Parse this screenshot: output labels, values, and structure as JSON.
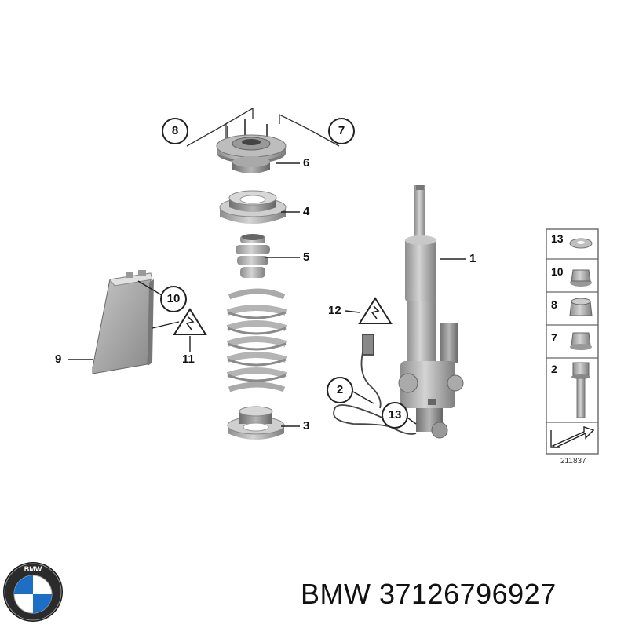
{
  "diagram": {
    "callouts": [
      {
        "id": "1",
        "name": "shock-absorber"
      },
      {
        "id": "2",
        "name": "bolt"
      },
      {
        "id": "3",
        "name": "spring-pad-lower"
      },
      {
        "id": "4",
        "name": "spring-pad-upper"
      },
      {
        "id": "5",
        "name": "bump-stop"
      },
      {
        "id": "6",
        "name": "support-bearing"
      },
      {
        "id": "7",
        "name": "nut-7"
      },
      {
        "id": "8",
        "name": "nut-8"
      },
      {
        "id": "9",
        "name": "control-unit"
      },
      {
        "id": "10",
        "name": "nut-10"
      },
      {
        "id": "11",
        "name": "warning-11"
      },
      {
        "id": "12",
        "name": "warning-12"
      },
      {
        "id": "13",
        "name": "washer-13"
      }
    ],
    "side_parts": [
      {
        "num": "13",
        "icon": "washer-icon"
      },
      {
        "num": "10",
        "icon": "flange-nut-icon"
      },
      {
        "num": "8",
        "icon": "hex-nut-icon"
      },
      {
        "num": "7",
        "icon": "collar-nut-icon"
      },
      {
        "num": "2",
        "icon": "bolt-icon"
      }
    ],
    "diagram_number": "211837"
  },
  "brand": {
    "name": "BMW",
    "part_number": "37126796927",
    "caption": "BMW 37126796927",
    "logo_icon": "bmw-logo-icon"
  }
}
